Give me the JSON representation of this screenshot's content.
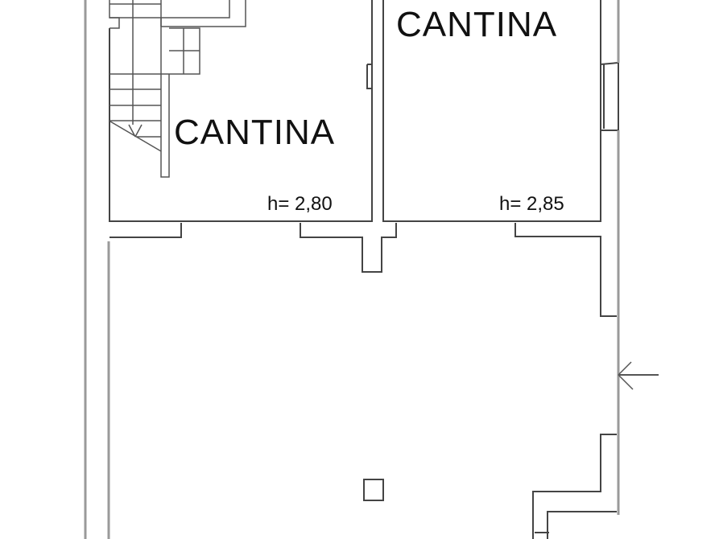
{
  "rooms": [
    {
      "name": "CANTINA",
      "height_label": "h= 2,80"
    },
    {
      "name": "CANTINA",
      "height_label": "h= 2,85"
    }
  ],
  "symbols": {
    "entrance": "entrance-arrow-icon",
    "stair_arrow": "stair-direction-arrow-icon",
    "pillar": "pillar-square"
  },
  "colors": {
    "wall": "#444444",
    "outer_wall": "#9a9a9a",
    "background": "#ffffff"
  }
}
